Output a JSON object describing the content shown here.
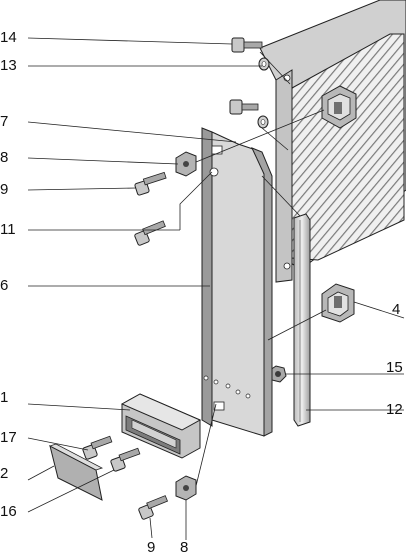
{
  "callouts": {
    "c14": "14",
    "c13": "13",
    "c7": "7",
    "c8a": "8",
    "c9a": "9",
    "c11": "11",
    "c6": "6",
    "c4": "4",
    "c15": "15",
    "c1": "1",
    "c12": "12",
    "c17": "17",
    "c2": "2",
    "c16": "16",
    "c9b": "9",
    "c8b": "8"
  }
}
